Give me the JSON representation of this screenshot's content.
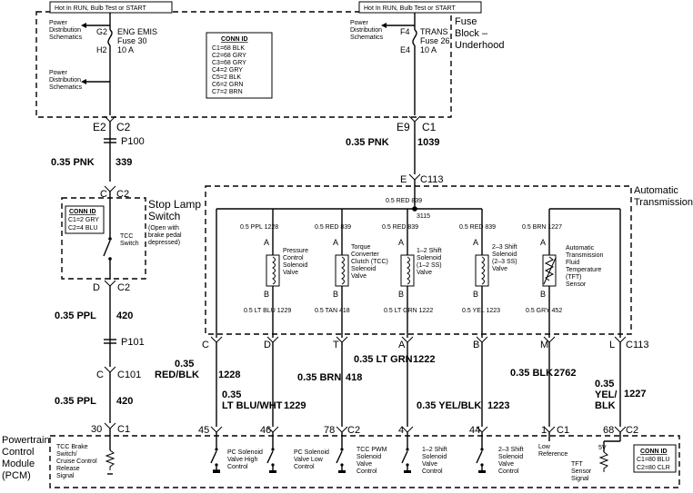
{
  "hot_labels": {
    "left": "Hot In RUN, Bulb Test or START",
    "right": "Hot In RUN, Bulb Test or START"
  },
  "fuse_block": {
    "label_line1": "Fuse",
    "label_line2": "Block –",
    "label_line3": "Underhood",
    "left_fuse": {
      "top_terminal": "G2",
      "bottom_terminal": "H2",
      "name": "ENG EMIS",
      "fuse": "Fuse 30",
      "amps": "10 A"
    },
    "right_fuse": {
      "top_terminal": "F4",
      "bottom_terminal": "E4",
      "name": "TRANS",
      "fuse": "Fuse 26",
      "amps": "10 A"
    },
    "pds_1_line1": "Power",
    "pds_1_line2": "Distribution",
    "pds_1_line3": "Schematics",
    "pds_2_line1": "Power",
    "pds_2_line2": "Distribution",
    "pds_2_line3": "Schematics",
    "pds_3_line1": "Power",
    "pds_3_line2": "Distribution",
    "pds_3_line3": "Schematics"
  },
  "conn_id_fuse": {
    "title": "CONN ID",
    "lines": [
      "C1=68 BLK",
      "C2=68 GRY",
      "C3=68 GRY",
      "C4=2 GRY",
      "C5=2 BLK",
      "C6=2 GRN",
      "C7=2 BRN"
    ]
  },
  "left_column": {
    "e2": "E2",
    "c2_top": "C2",
    "p100": "P100",
    "wire1_gauge": "0.35 PNK",
    "wire1_circuit": "339",
    "c_top": "C",
    "c2_switch_top": "C2",
    "d": "D",
    "c2_switch_bottom": "C2",
    "wire2_gauge": "0.35 PPL",
    "wire2_circuit": "420",
    "p101": "P101",
    "c": "C",
    "c101": "C101",
    "wire3_gauge": "0.35 PPL",
    "wire3_circuit": "420",
    "pin30": "30",
    "c1": "C1"
  },
  "stop_lamp_switch": {
    "title_line1": "Stop Lamp",
    "title_line2": "Switch",
    "note_line1": "(Open with",
    "note_line2": "brake pedal",
    "note_line3": "depressed)",
    "tcc_line1": "TCC",
    "tcc_line2": "Switch",
    "conn_id_title": "CONN ID",
    "conn_id_lines": [
      "C1=2 GRY",
      "C2=4 BLU"
    ]
  },
  "right_feed": {
    "e9": "E9",
    "c1": "C1",
    "wire_gauge": "0.35 PNK",
    "wire_circuit": "1039",
    "e": "E",
    "c113": "C113"
  },
  "automatic_transmission": {
    "label_line1": "Automatic",
    "label_line2": "Transmission",
    "bus_label": "0.5 RED  839",
    "splice": "3115",
    "components": [
      {
        "pin_a": "A",
        "pin_b": "B",
        "top_wire": "0.5 PPL  1228",
        "bottom_wire": "0.5 LT BLU  1229",
        "name": [
          "Pressure",
          "Control",
          "Solenoid",
          "Valve"
        ]
      },
      {
        "pin_a": "A",
        "pin_b": "B",
        "top_wire": "0.5 RED  839",
        "bottom_wire": "0.5 TAN  418",
        "name": [
          "Torque",
          "Converter",
          "Clutch (TCC)",
          "Solenoid",
          "Valve"
        ]
      },
      {
        "pin_a": "A",
        "pin_b": "B",
        "top_wire": "0.5 RED  839",
        "bottom_wire": "0.5 LT GRN  1222",
        "name": [
          "1–2 Shift",
          "Solenoid",
          "(1–2 SS)",
          "Valve"
        ]
      },
      {
        "pin_a": "A",
        "pin_b": "B",
        "top_wire": "0.5 RED  839",
        "bottom_wire": "0.5 YEL  1223",
        "name": [
          "2–3 Shift",
          "Solenoid",
          "(2–3 SS)",
          "Valve"
        ]
      },
      {
        "pin_a": "A",
        "pin_b": "B",
        "top_wire": "0.5 BRN  1227",
        "bottom_wire": "0.5 GRY  452",
        "name": [
          "Automatic",
          "Transmission",
          "Fluid",
          "Temperature",
          "(TFT)",
          "Sensor"
        ]
      }
    ],
    "c113_pins": [
      "C",
      "D",
      "T",
      "A",
      "B",
      "M",
      "L"
    ],
    "c113_label": "C113"
  },
  "harness_wires": [
    {
      "line1": "0.35",
      "line2": "RED/BLK",
      "circuit": "1228"
    },
    {
      "line1": "0.35",
      "line2": "LT BLU/WHT",
      "circuit": "1229"
    },
    {
      "line1": "0.35 BRN",
      "circuit": "418"
    },
    {
      "line1": "0.35 LT GRN",
      "circuit": "1222"
    },
    {
      "line1": "0.35 YEL/BLK",
      "circuit": "1223"
    },
    {
      "line1": "0.35 BLK",
      "circuit": "2762"
    },
    {
      "line1": "0.35",
      "line2": "YEL/",
      "line3": "BLK",
      "circuit": "1227"
    }
  ],
  "pcm": {
    "label_line1": "Powertrain",
    "label_line2": "Control",
    "label_line3": "Module",
    "label_line4": "(PCM)",
    "pins": [
      "45",
      "46",
      "78",
      "4",
      "44",
      "1",
      "68"
    ],
    "c2_a": "C2",
    "c1_b": "C1",
    "c2_b": "C2",
    "tcc_brake_lines": [
      "TCC Brake",
      "Switch/",
      "Cruise Control",
      "Release",
      "Signal"
    ],
    "pc_high": [
      "PC Solenoid",
      "Valve High",
      "Control"
    ],
    "pc_low": [
      "PC Solenoid",
      "Valve Low",
      "Control"
    ],
    "tcc_pwm": [
      "TCC PWM",
      "Solenoid",
      "Valve",
      "Control"
    ],
    "ss12": [
      "1–2 Shift",
      "Solenoid",
      "Valve",
      "Control"
    ],
    "ss23": [
      "2–3 Shift",
      "Solenoid",
      "Valve",
      "Control"
    ],
    "low_ref": [
      "Low",
      "Reference"
    ],
    "tft": [
      "TFT",
      "Sensor",
      "Signal"
    ],
    "five_v": "5V",
    "conn_id_title": "CONN ID",
    "conn_id_lines": [
      "C1=80 BLU",
      "C2=80 CLR"
    ]
  }
}
